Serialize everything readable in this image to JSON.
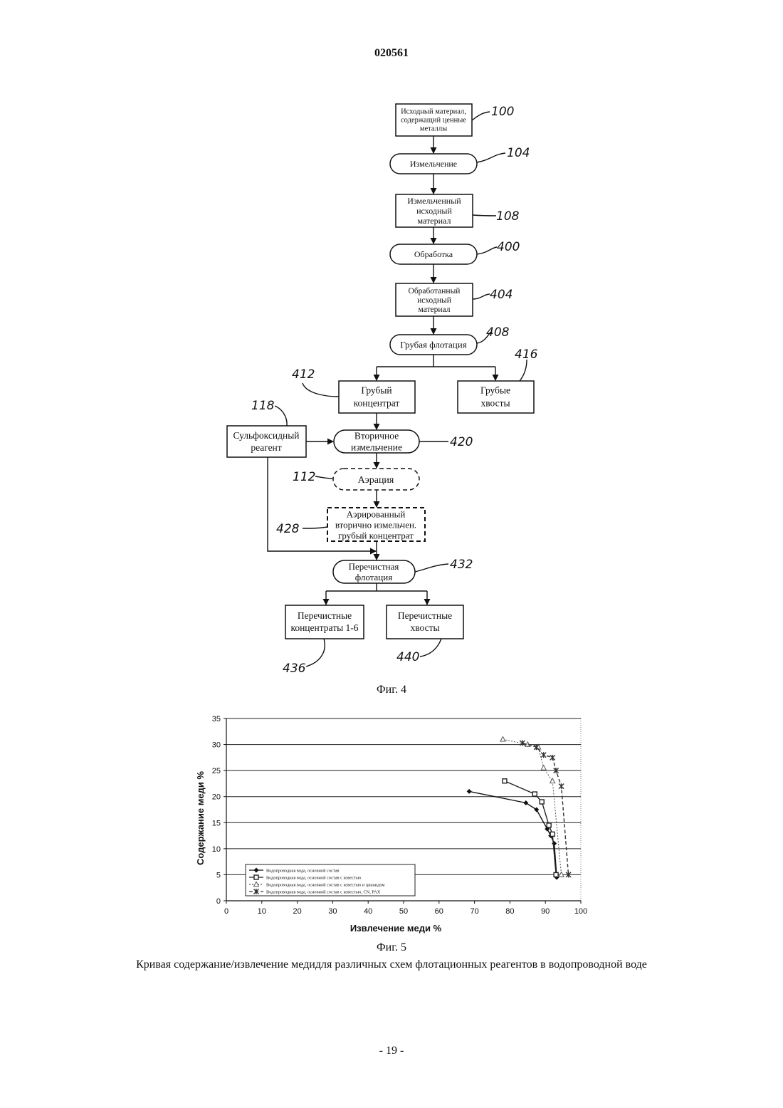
{
  "document_number": "020561",
  "flowchart": {
    "nodes": {
      "n100": {
        "lines": [
          "Исходный материал,",
          "содержащий ценные",
          "металлы"
        ],
        "ref": "100"
      },
      "n104": {
        "lines": [
          "Измельчение"
        ],
        "ref": "104"
      },
      "n108": {
        "lines": [
          "Измельченный",
          "исходный",
          "материал"
        ],
        "ref": "108"
      },
      "n400": {
        "lines": [
          "Обработка"
        ],
        "ref": "400"
      },
      "n404": {
        "lines": [
          "Обработанный",
          "исходный",
          "материал"
        ],
        "ref": "404"
      },
      "n408": {
        "lines": [
          "Грубая флотация"
        ],
        "ref": "408"
      },
      "n412": {
        "lines": [
          "Грубый",
          "концентрат"
        ],
        "ref": "412"
      },
      "n416": {
        "lines": [
          "Грубые",
          "хвосты"
        ],
        "ref": "416"
      },
      "n118": {
        "lines": [
          "Сульфоксидный",
          "реагент"
        ],
        "ref": "118"
      },
      "n420": {
        "lines": [
          "Вторичное",
          "измельчение"
        ],
        "ref": "420"
      },
      "n112": {
        "lines": [
          "Аэрация"
        ],
        "ref": "112"
      },
      "n428": {
        "lines": [
          "Аэрированный",
          "вторично измельчен.",
          "грубый концентрат"
        ],
        "ref": "428"
      },
      "n432": {
        "lines": [
          "Перечистная",
          "флотация"
        ],
        "ref": "432"
      },
      "n436": {
        "lines": [
          "Перечистные",
          "концентраты 1-6"
        ],
        "ref": "436"
      },
      "n440": {
        "lines": [
          "Перечистные",
          "хвосты"
        ],
        "ref": "440"
      }
    }
  },
  "fig4_label": "Фиг. 4",
  "chart_data": {
    "type": "line",
    "xlabel": "Извлечение меди  %",
    "ylabel": "Содержание меди  %",
    "xlim": [
      0,
      100
    ],
    "ylim": [
      0,
      35
    ],
    "xticks": [
      0,
      10,
      20,
      30,
      40,
      50,
      60,
      70,
      80,
      90,
      100
    ],
    "yticks": [
      0,
      5,
      10,
      15,
      20,
      25,
      30,
      35
    ],
    "grid": "horizontal",
    "legend_position": "bottom-left",
    "series": [
      {
        "name": "Водопроводная вода, основной состав",
        "marker": "diamond",
        "dash": "solid",
        "points": [
          [
            68.5,
            21
          ],
          [
            84.5,
            18.8
          ],
          [
            87.5,
            17.5
          ],
          [
            90.5,
            13.8
          ],
          [
            91.5,
            12.5
          ],
          [
            92.5,
            11
          ],
          [
            93.2,
            4.5
          ]
        ]
      },
      {
        "name": "Водопроводная вода, основной состав с известью",
        "marker": "square",
        "dash": "solid",
        "points": [
          [
            78.5,
            23
          ],
          [
            87,
            20.5
          ],
          [
            89,
            19
          ],
          [
            91,
            14.5
          ],
          [
            92,
            12.8
          ],
          [
            93,
            5
          ]
        ]
      },
      {
        "name": "Водопроводная вода, основной состав с известью и цианидом",
        "marker": "triangle",
        "dash": "dotted",
        "points": [
          [
            78,
            31
          ],
          [
            85,
            30
          ],
          [
            88,
            29.5
          ],
          [
            89.5,
            25.5
          ],
          [
            92,
            23
          ],
          [
            94.5,
            5
          ]
        ]
      },
      {
        "name": "Водопроводная вода, основной состав с известью, CN, PAX",
        "marker": "star",
        "dash": "dashed",
        "points": [
          [
            83.5,
            30.3
          ],
          [
            87.5,
            29.5
          ],
          [
            89.5,
            28
          ],
          [
            92,
            27.5
          ],
          [
            93,
            25
          ],
          [
            94.5,
            22
          ],
          [
            96.5,
            5
          ]
        ]
      }
    ]
  },
  "fig5_label": "Фиг. 5",
  "caption": "Кривая содержание/извлечение медидля различных схем флотационных реагентов в водопроводной воде",
  "page_number": "- 19 -"
}
